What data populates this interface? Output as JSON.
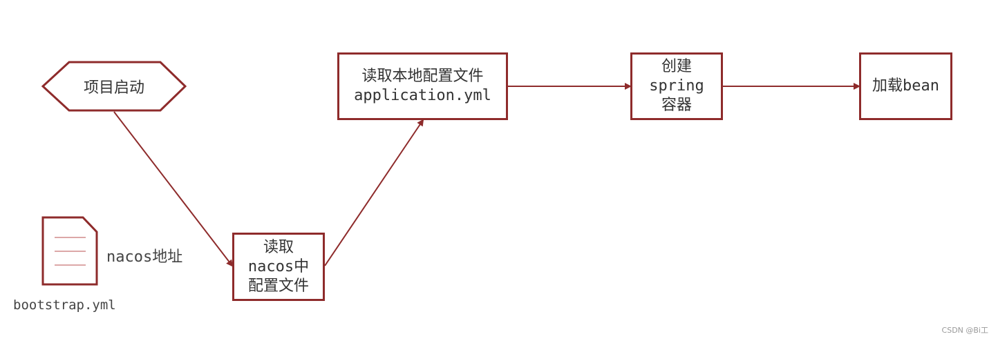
{
  "diagram": {
    "start": {
      "label": "项目启动"
    },
    "file": {
      "name": "bootstrap.yml",
      "content": "nacos地址"
    },
    "steps": [
      {
        "lines": [
          "读取",
          "nacos中",
          "配置文件"
        ]
      },
      {
        "lines": [
          "读取本地配置文件",
          "application.yml"
        ]
      },
      {
        "lines": [
          "创建",
          "spring",
          "容器"
        ]
      },
      {
        "lines": [
          "加载bean"
        ]
      }
    ]
  },
  "watermark": "CSDN @Bi工",
  "colors": {
    "stroke": "#8e2b2b",
    "text": "#333333"
  }
}
